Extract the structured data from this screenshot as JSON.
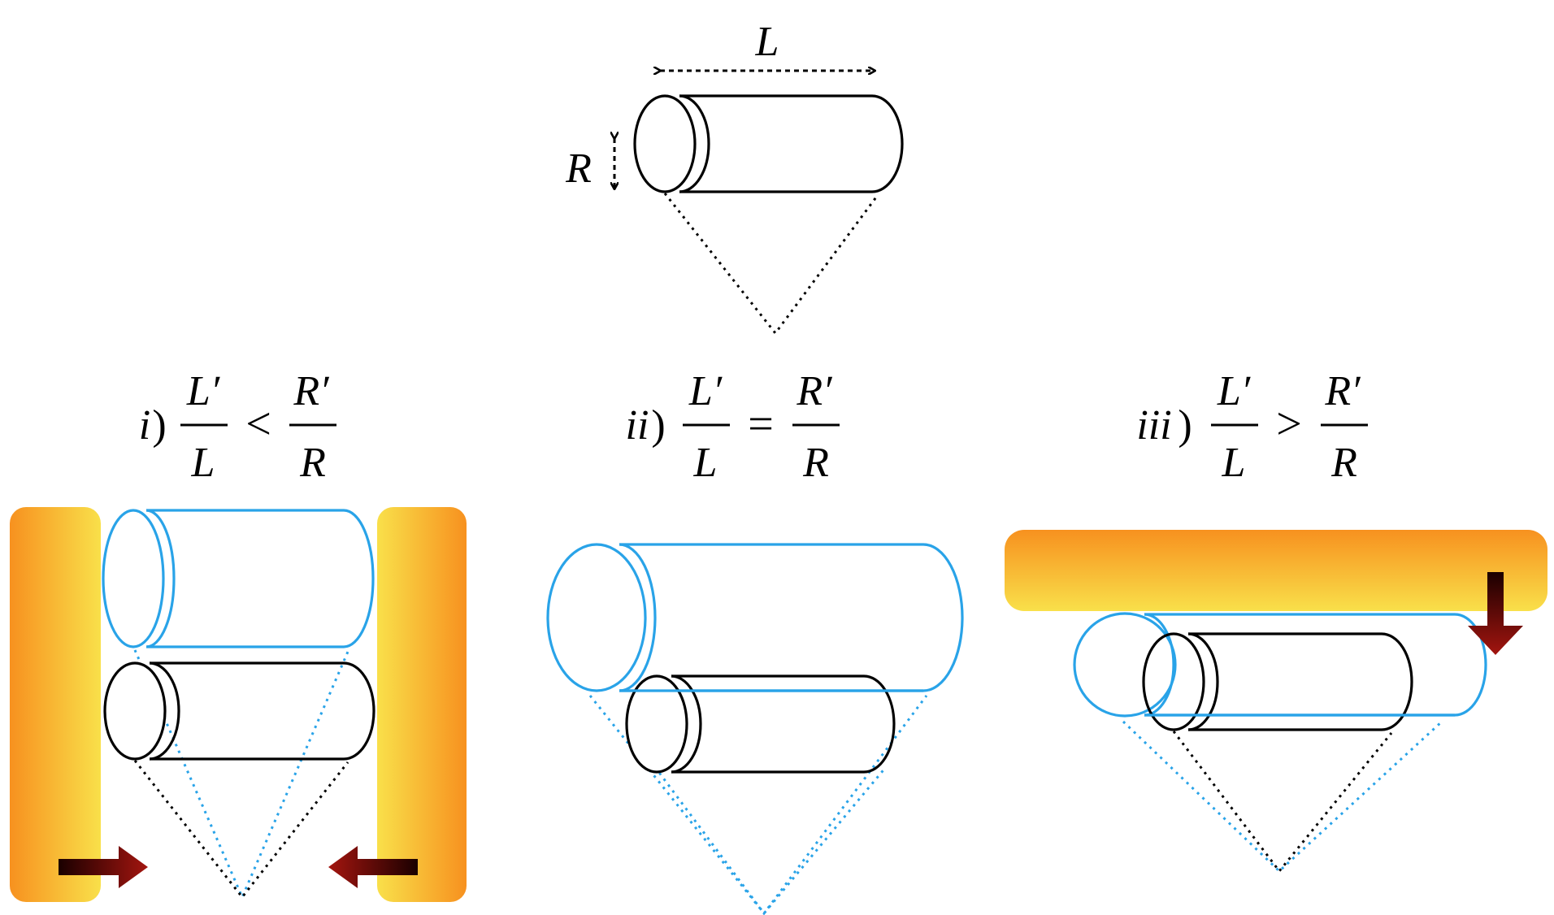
{
  "top": {
    "length_label": "L",
    "radius_label": "R"
  },
  "cases": [
    {
      "roman": "i",
      "paren": ")",
      "num_left": "L′",
      "den_left": "L",
      "relation": "<",
      "num_right": "R′",
      "den_right": "R"
    },
    {
      "roman": "ii",
      "paren": ")",
      "num_left": "L′",
      "den_left": "L",
      "relation": "=",
      "num_right": "R′",
      "den_right": "R"
    },
    {
      "roman": "iii",
      "paren": ")",
      "num_left": "L′",
      "den_left": "L",
      "relation": ">",
      "num_right": "R′",
      "den_right": "R"
    }
  ],
  "colors": {
    "original": "#000000",
    "deformed": "#29a3e8",
    "plate_dark": "#f7911f",
    "plate_light": "#f9e04a",
    "arrow_dark": "#1a0000",
    "arrow_red": "#a3150f"
  }
}
